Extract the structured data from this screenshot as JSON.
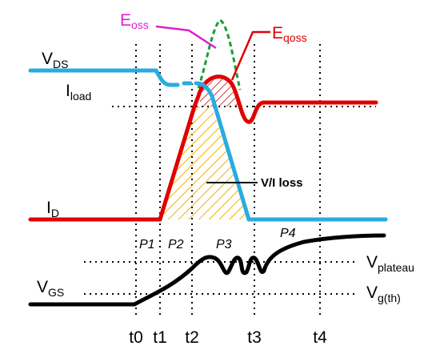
{
  "labels": {
    "vds_main": "V",
    "vds_sub": "DS",
    "iload_main": "I",
    "iload_sub": "load",
    "id_main": "I",
    "id_sub": "D",
    "vgs_main": "V",
    "vgs_sub": "GS",
    "eoss_main": "E",
    "eoss_sub": "oss",
    "eqoss_main": "E",
    "eqoss_sub": "qoss",
    "vi_loss": "V/I loss",
    "vplateau_main": "V",
    "vplateau_sub": "plateau",
    "vgth_main": "V",
    "vgth_sub": "g(th)"
  },
  "phases": [
    "P1",
    "P2",
    "P3",
    "P4"
  ],
  "time_markers": [
    "t0",
    "t1",
    "t2",
    "t3",
    "t4"
  ],
  "colors": {
    "vds": "#29abe2",
    "id": "#e00000",
    "vgs": "#000000",
    "eoss": "#e020d0",
    "eqoss": "#e00000",
    "eoss_curve": "#1e9a3a",
    "loss_hatch": "#f0b400",
    "dotted": "#000000"
  }
}
